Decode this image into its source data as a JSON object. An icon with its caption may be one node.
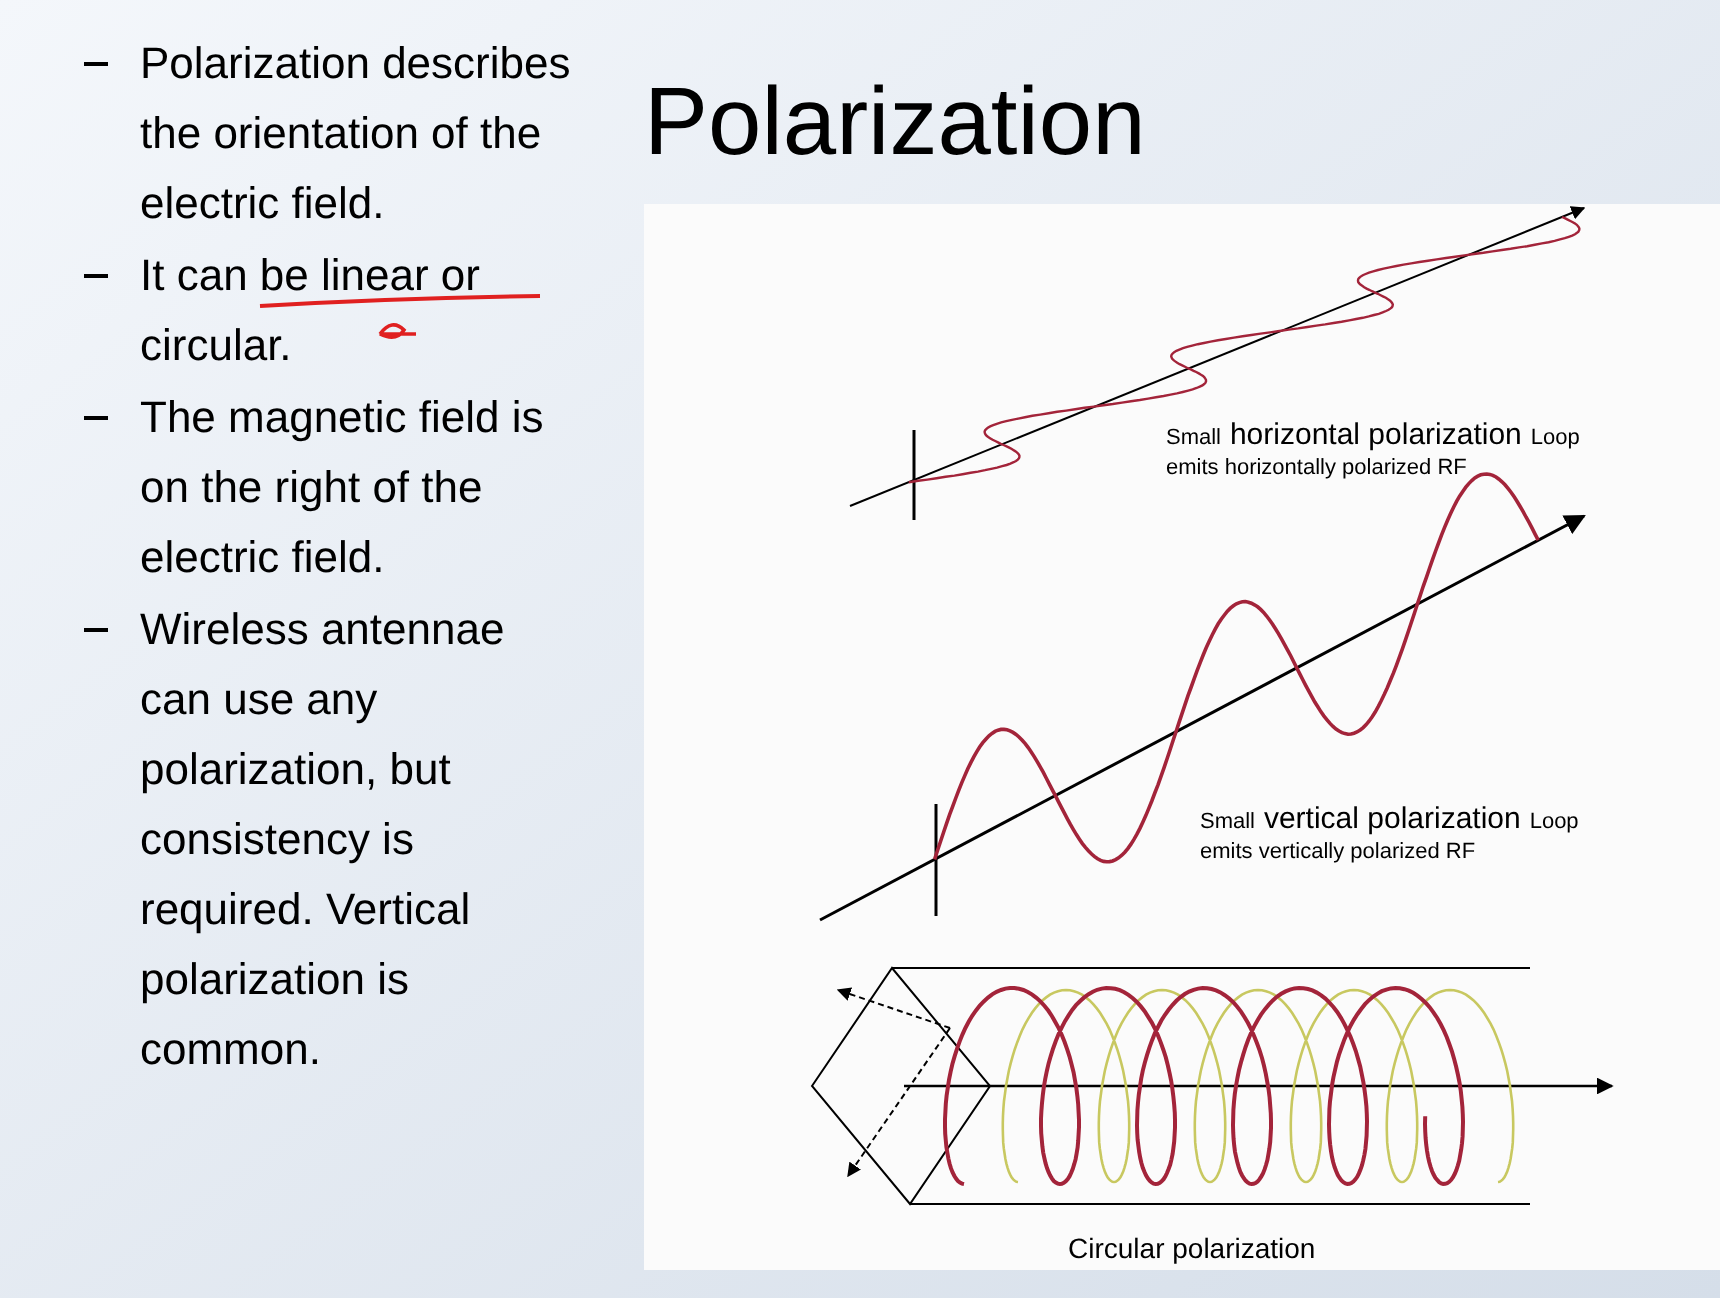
{
  "diagram": {
    "title": "Polarization",
    "labels": [
      "Polarization describes the orientation of the electric field.",
      "It can be linear or circular.",
      "The magnetic field is on the right of the electric field.",
      "Wireless antennae can use any polarization, but consistency is required. Vertical polarization is common.",
      "Small",
      "horizontal polarization",
      "Loop",
      "emits horizontally polarized RF",
      "Small",
      "vertical polarization",
      "Loop",
      "emits vertically polarized RF",
      "Circular polarization"
    ]
  }
}
